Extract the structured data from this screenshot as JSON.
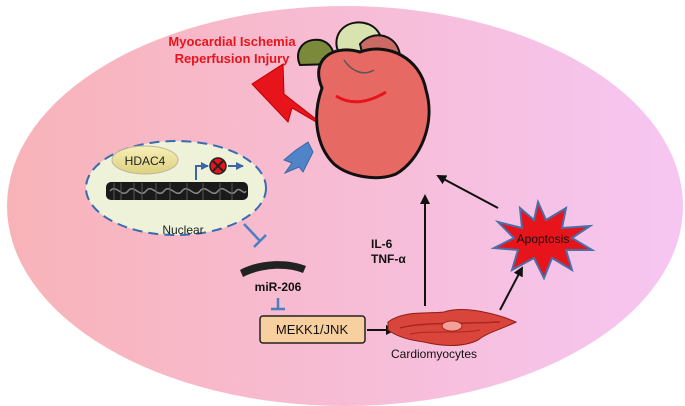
{
  "labels": {
    "injury": "Myocardial Ischemia Reperfusion Injury",
    "injury_line1": "Myocardial Ischemia",
    "injury_line2": "Reperfusion Injury",
    "hdac4": "HDAC4",
    "nuclear": "Nuclear",
    "mirna": "miR-206",
    "kinase": "MEKK1/JNK",
    "cell": "Cardiomyocytes",
    "cytokine1": "IL-6",
    "cytokine2": "TNF-α",
    "apoptosis": "Apoptosis"
  },
  "colors": {
    "background_left": "#f7b5bd",
    "background_right": "#f5c3ee",
    "injury_text": "#e8141b",
    "heart": "#e66a63",
    "hdac4_fill": "#eee39a",
    "nucleus_fill": "#eef2d9",
    "inhibit_line": "#4a7fc1",
    "kinase_fill": "#f8cf9f",
    "apoptosis_fill": "#e8141b",
    "apoptosis_outline": "#4a6ea8"
  },
  "icons": [
    "lightning-bolt-icon",
    "heart-icon",
    "block-arrow-icon",
    "inhibition-x-icon",
    "dna-chromatin-icon",
    "rna-strand-icon",
    "cell-icon",
    "starburst-icon"
  ]
}
